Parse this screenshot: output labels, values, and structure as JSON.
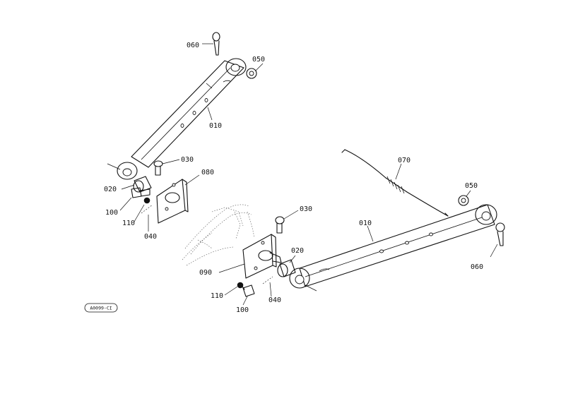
{
  "callouts": {
    "c060_top": "060",
    "c050_top": "050",
    "c010_top": "010",
    "c030_top": "030",
    "c080": "080",
    "c020_left": "020",
    "c100_left": "100",
    "c110_left": "110",
    "c040_left": "040",
    "c070": "070",
    "c050_right": "050",
    "c010_right": "010",
    "c030_mid": "030",
    "c020_mid": "020",
    "c090": "090",
    "c110_mid": "110",
    "c040_mid": "040",
    "c100_mid": "100",
    "c060_right": "060"
  },
  "drawing_ref": "A0099-CI"
}
